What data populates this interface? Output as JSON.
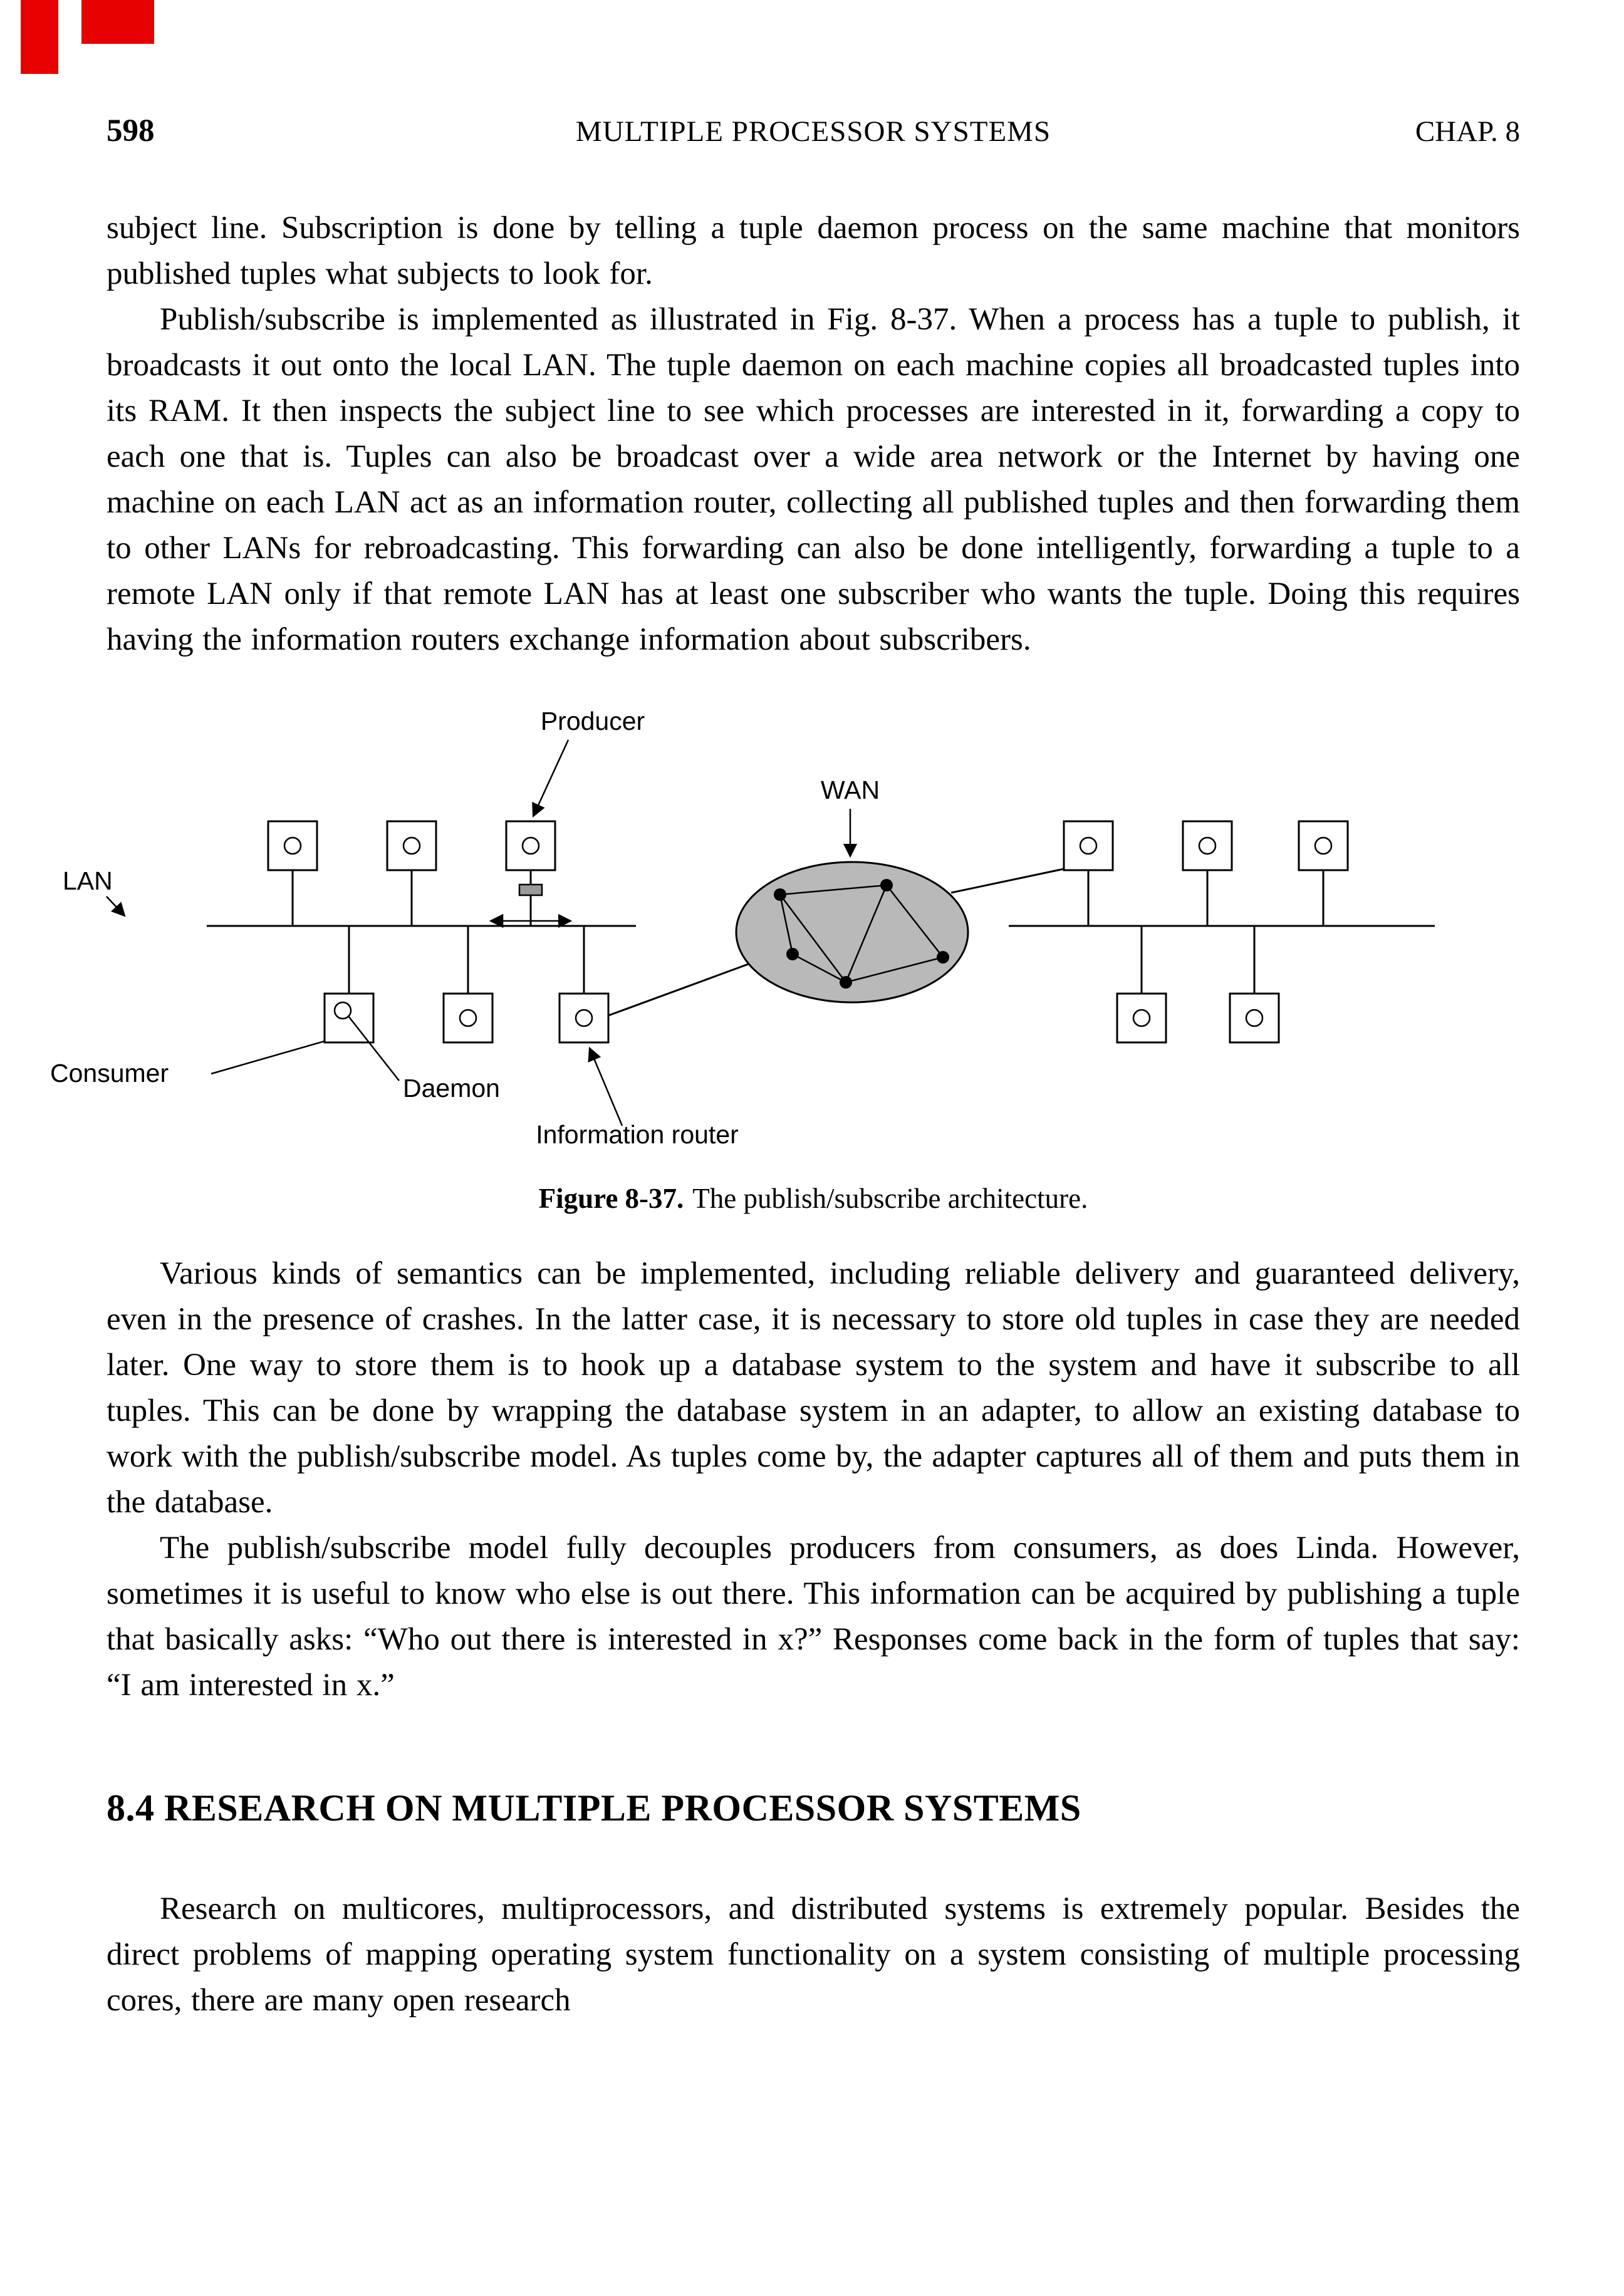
{
  "header": {
    "page_number": "598",
    "running_title": "MULTIPLE PROCESSOR SYSTEMS",
    "chapter": "CHAP. 8"
  },
  "content": {
    "p1": "subject line. Subscription is done by telling a tuple daemon process on the same machine that monitors published tuples what subjects to look for.",
    "p2": "Publish/subscribe is implemented as illustrated in Fig. 8-37. When a process has a tuple to publish, it broadcasts it out onto the local LAN. The tuple daemon on each machine copies all broadcasted tuples into its RAM. It then inspects the subject line to see which processes are interested in it, forwarding a copy to each one that is. Tuples can also be broadcast over a wide area network or the Internet by having one machine on each LAN act as an information router, collecting all published tuples and then forwarding them to other LANs for rebroadcasting. This forwarding can also be done intelligently, forwarding a tuple to a remote LAN only if that remote LAN has at least one subscriber who wants the tuple. Doing this requires having the information routers exchange information about subscribers.",
    "p3": "Various kinds of semantics can be implemented, including reliable delivery and guaranteed delivery, even in the presence of crashes. In the latter case, it is necessary to store old tuples in case they are needed later. One way to store them is to hook up a database system to the system and have it subscribe to all tuples. This can be done by wrapping the database system in an adapter, to allow an existing database to work with the publish/subscribe model. As tuples come by, the adapter captures all of them and puts them in the database.",
    "p4": "The publish/subscribe model fully decouples producers from consumers, as does Linda. However, sometimes it is useful to know who else is out there. This information can be acquired by publishing a tuple that basically asks: “Who out there is interested in x?” Responses come back in the form of tuples that say: “I am interested in x.”",
    "section_heading": "8.4 RESEARCH ON MULTIPLE PROCESSOR SYSTEMS",
    "p5": "Research on multicores, multiprocessors, and distributed systems is extremely popular. Besides the direct problems of mapping operating system functionality on a system consisting of multiple processing cores, there are many open research"
  },
  "figure": {
    "caption_label": "Figure 8-37.",
    "caption_text": "The publish/subscribe architecture.",
    "labels": {
      "producer": "Producer",
      "wan": "WAN",
      "lan": "LAN",
      "consumer": "Consumer",
      "daemon": "Daemon",
      "information_router": "Information router"
    }
  },
  "colors": {
    "red_marks": "#e60000",
    "wan_fill": "#b9b9b9"
  }
}
